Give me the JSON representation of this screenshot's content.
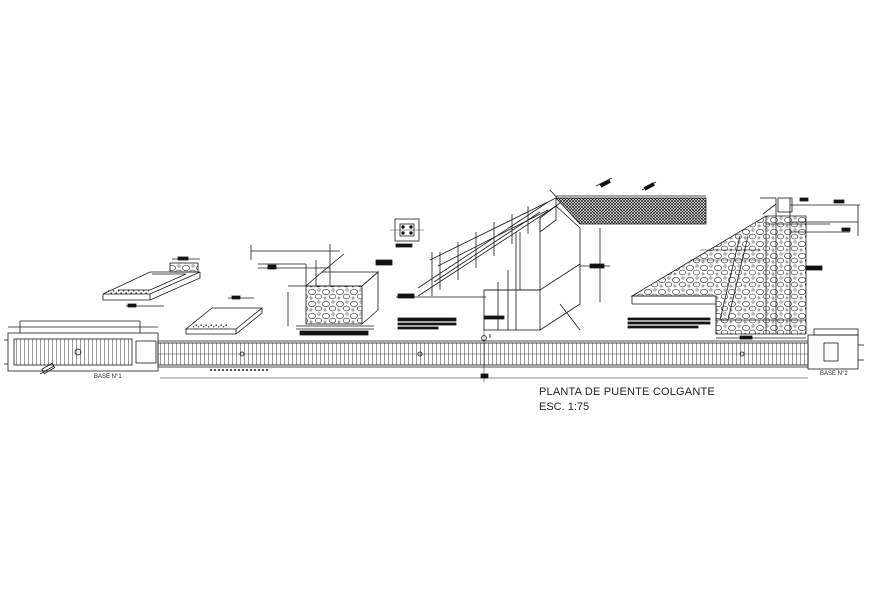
{
  "drawing": {
    "title": "PLANTA DE PUENTE COLGANTE",
    "scale": "ESC. 1:75",
    "base_1": "BASE N°1",
    "base_2": "BASE N°2"
  },
  "colors": {
    "line": "#1a1a1a",
    "background": "#ffffff"
  }
}
